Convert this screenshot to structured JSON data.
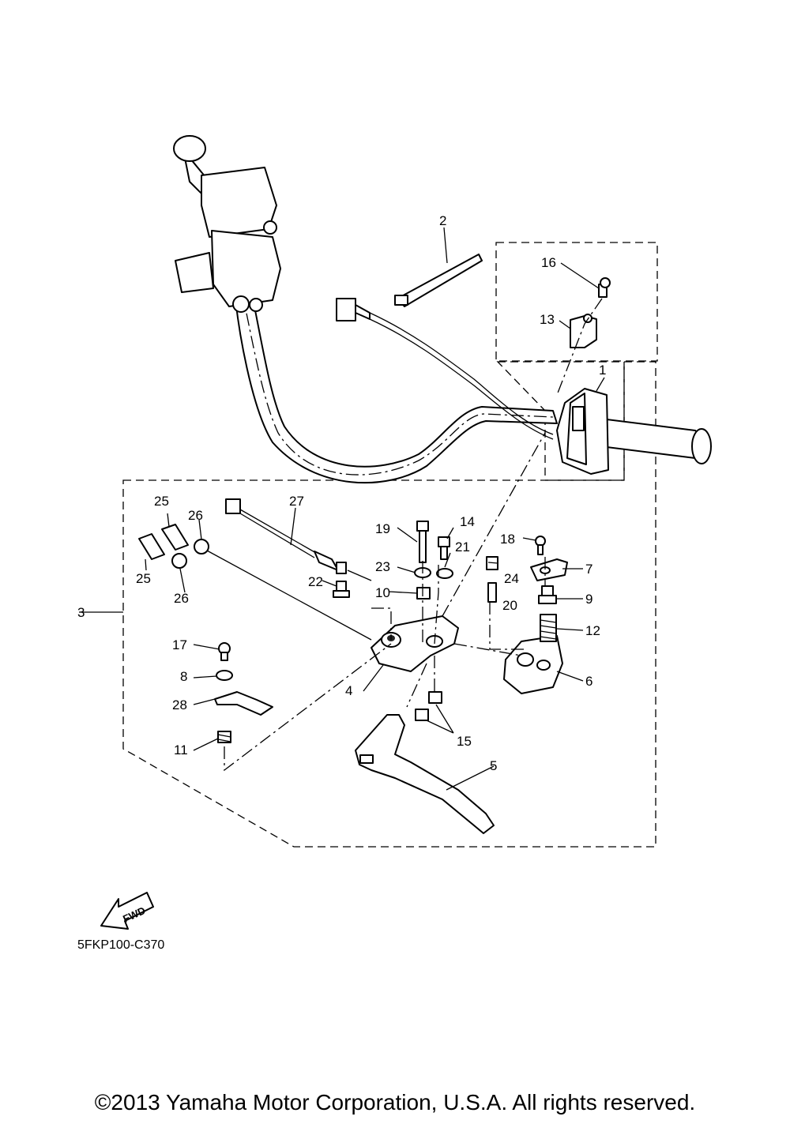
{
  "callouts": [
    "1",
    "2",
    "3",
    "4",
    "5",
    "6",
    "7",
    "8",
    "9",
    "10",
    "11",
    "12",
    "13",
    "14",
    "15",
    "16",
    "17",
    "18",
    "19",
    "20",
    "21",
    "22",
    "23",
    "24",
    "25",
    "26",
    "27",
    "28"
  ],
  "extra_callouts": [
    "25",
    "26",
    "15"
  ],
  "fwd_label": "FWD",
  "drawing_code": "5FKP100-C370",
  "copyright": "©2013 Yamaha Motor Corporation, U.S.A. All rights reserved."
}
